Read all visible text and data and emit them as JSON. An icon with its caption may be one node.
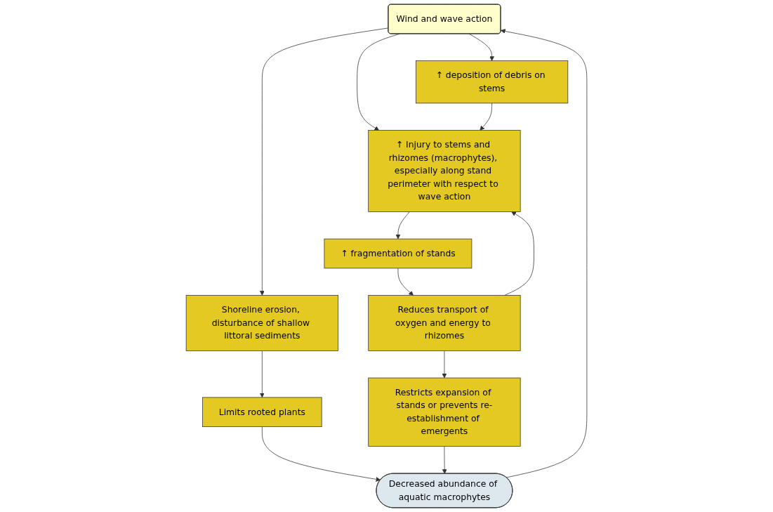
{
  "diagram": {
    "nodes": [
      {
        "text": [
          "Wind and wave action"
        ]
      },
      {
        "text": [
          "↑ Injury to stems and rhizomes (macrophytes), especially along stand perimeter with respect to wave action"
        ]
      },
      {
        "text": [
          "↑ deposition of debris on stems"
        ]
      },
      {
        "text": [
          "Shoreline erosion, disturbance of shallow littoral sediments"
        ]
      },
      {
        "text": [
          "↑ fragmentation of stands"
        ]
      },
      {
        "text": [
          "Limits rooted plants"
        ]
      },
      {
        "text": [
          "Reduces transport of oxygen and energy to rhizomes"
        ]
      },
      {
        "text": [
          "Restricts expansion of stands or prevents re-establishment of emergents"
        ]
      },
      {
        "text": [
          "Decreased abundance of aquatic macrophytes"
        ]
      }
    ],
    "edges": [
      {
        "from": 0,
        "to": 1,
        "arrow": "to"
      },
      {
        "from": 0,
        "to": 2,
        "arrow": "to"
      },
      {
        "from": 0,
        "to": 3,
        "arrow": "to"
      },
      {
        "from": 2,
        "to": 1,
        "arrow": "to"
      },
      {
        "from": 1,
        "to": 4,
        "arrow": "to"
      },
      {
        "from": 4,
        "to": 6,
        "arrow": "to"
      },
      {
        "from": 6,
        "to": 1,
        "arrow": "to"
      },
      {
        "from": 6,
        "to": 7,
        "arrow": "to"
      },
      {
        "from": 3,
        "to": 5,
        "arrow": "to"
      },
      {
        "from": 5,
        "to": 8,
        "arrow": "to"
      },
      {
        "from": 7,
        "to": 8,
        "arrow": "to"
      },
      {
        "from": 8,
        "to": 0,
        "arrow": "to"
      }
    ]
  }
}
